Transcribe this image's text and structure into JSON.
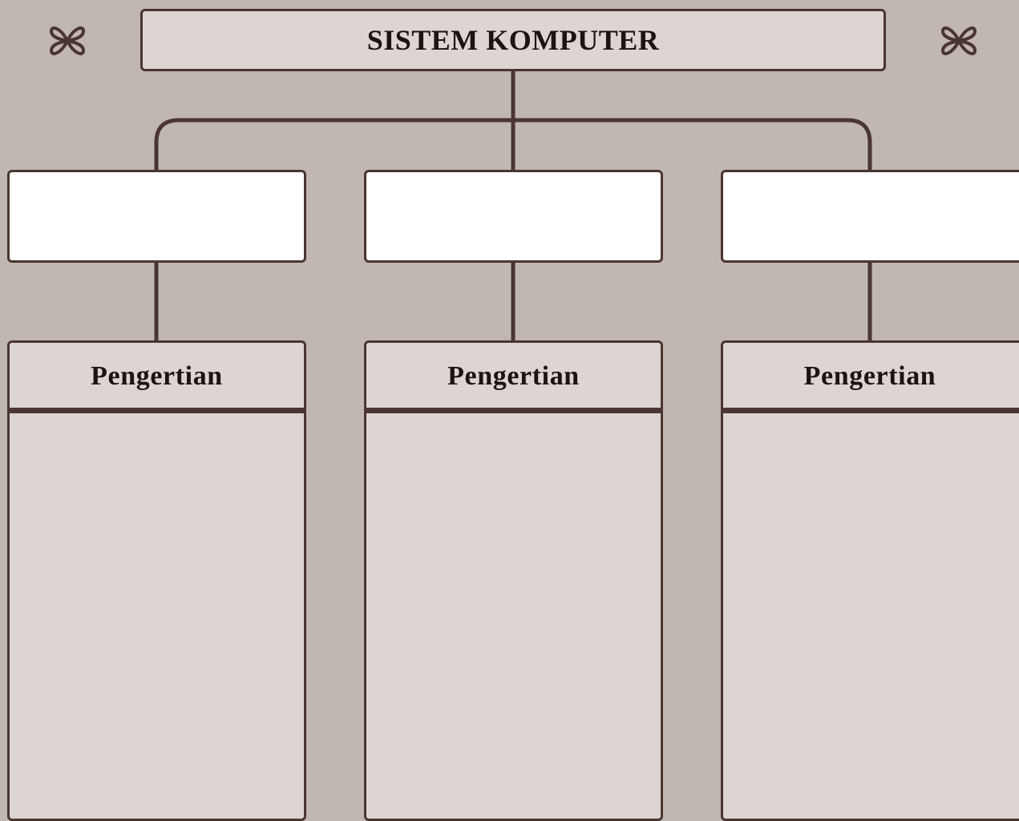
{
  "title": "SISTEM KOMPUTER",
  "colors": {
    "background": "#c0b6b2",
    "box_fill": "#ddd5d3",
    "blank_fill": "#ffffff",
    "line": "#4a3530",
    "text": "#1c1414"
  },
  "ornaments": [
    "flower-ornament-icon",
    "flower-ornament-icon"
  ],
  "branches": [
    {
      "label_box_text": "",
      "card_header": "Pengertian",
      "card_body": ""
    },
    {
      "label_box_text": "",
      "card_header": "Pengertian",
      "card_body": ""
    },
    {
      "label_box_text": "",
      "card_header": "Pengertian",
      "card_body": ""
    }
  ]
}
